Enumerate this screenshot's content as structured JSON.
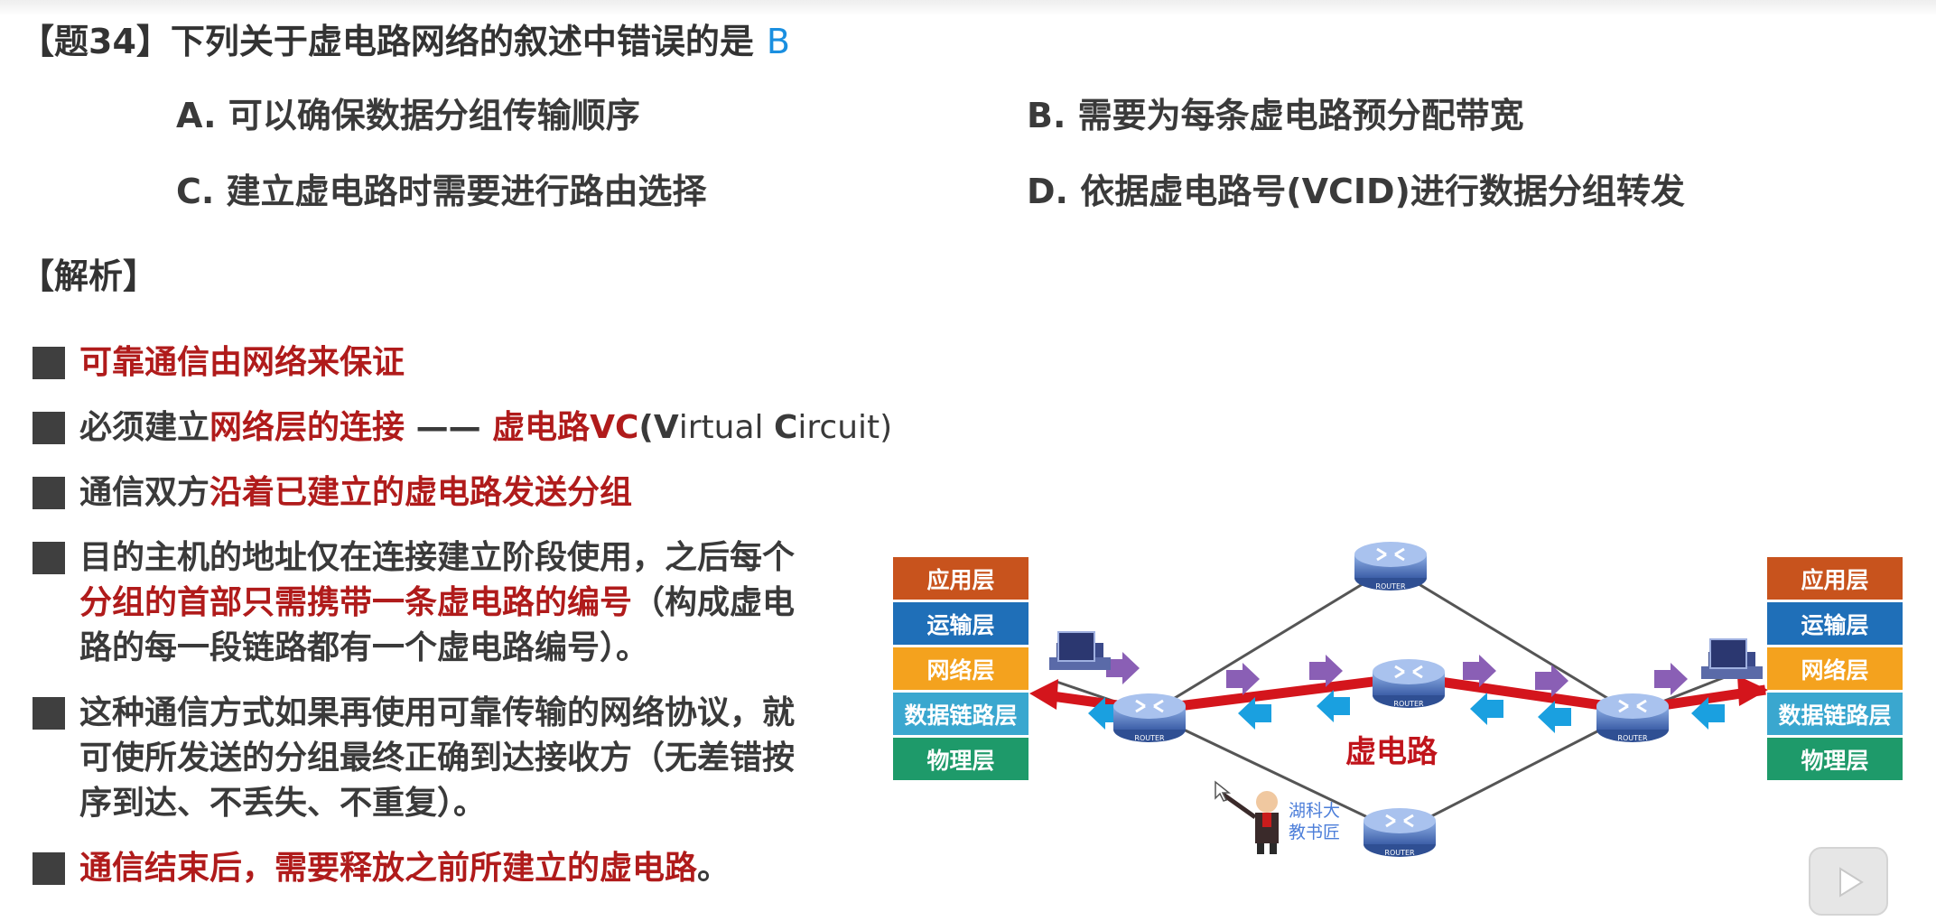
{
  "question": {
    "title": "【题34】下列关于虚电路网络的叙述中错误的是",
    "answer": "B",
    "options": [
      "A. 可以确保数据分组传输顺序",
      "B. 需要为每条虚电路预分配带宽",
      "C. 建立虚电路时需要进行路由选择",
      "D. 依据虚电路号(VCID)进行数据分组转发"
    ]
  },
  "analysis": {
    "title": "【解析】",
    "b1": "可靠通信由网络来保证",
    "b2": {
      "pre": "必须建立",
      "red1": "网络层的连接",
      "dash": " —— ",
      "red2": "虚电路VC",
      "p1": "(",
      "v": "V",
      "irtual": "irtual ",
      "c": "C",
      "ircuit": "ircuit)"
    },
    "b3": {
      "pre": "通信双方",
      "red": "沿着已建立的虚电路发送分组"
    },
    "b4": {
      "line1": "目的主机的地址仅在连接建立阶段使用，之后每个",
      "line2_red": "分组的首部只需携带一条虚电路的编号",
      "line2_rest": "（构成虚电",
      "line3": "路的每一段链路都有一个虚电路编号）。"
    },
    "b5": {
      "line1": "这种通信方式如果再使用可靠传输的网络协议，就",
      "line2": "可使所发送的分组最终正确到达接收方（无差错按",
      "line3": "序到达、不丢失、不重复）。"
    },
    "b6": {
      "red": "通信结束后，需要释放之前所建立的虚电路",
      "end": "。"
    }
  },
  "diagram": {
    "layers": [
      "应用层",
      "运输层",
      "网络层",
      "数据链路层",
      "物理层"
    ],
    "layer_colors": [
      "#c8531d",
      "#1f6fb8",
      "#f4a21e",
      "#3aa7cf",
      "#1e9a6a"
    ],
    "router_label": "ROUTER",
    "vc_label": "虚电路",
    "watermark": [
      "湖科大",
      "教书匠"
    ]
  }
}
